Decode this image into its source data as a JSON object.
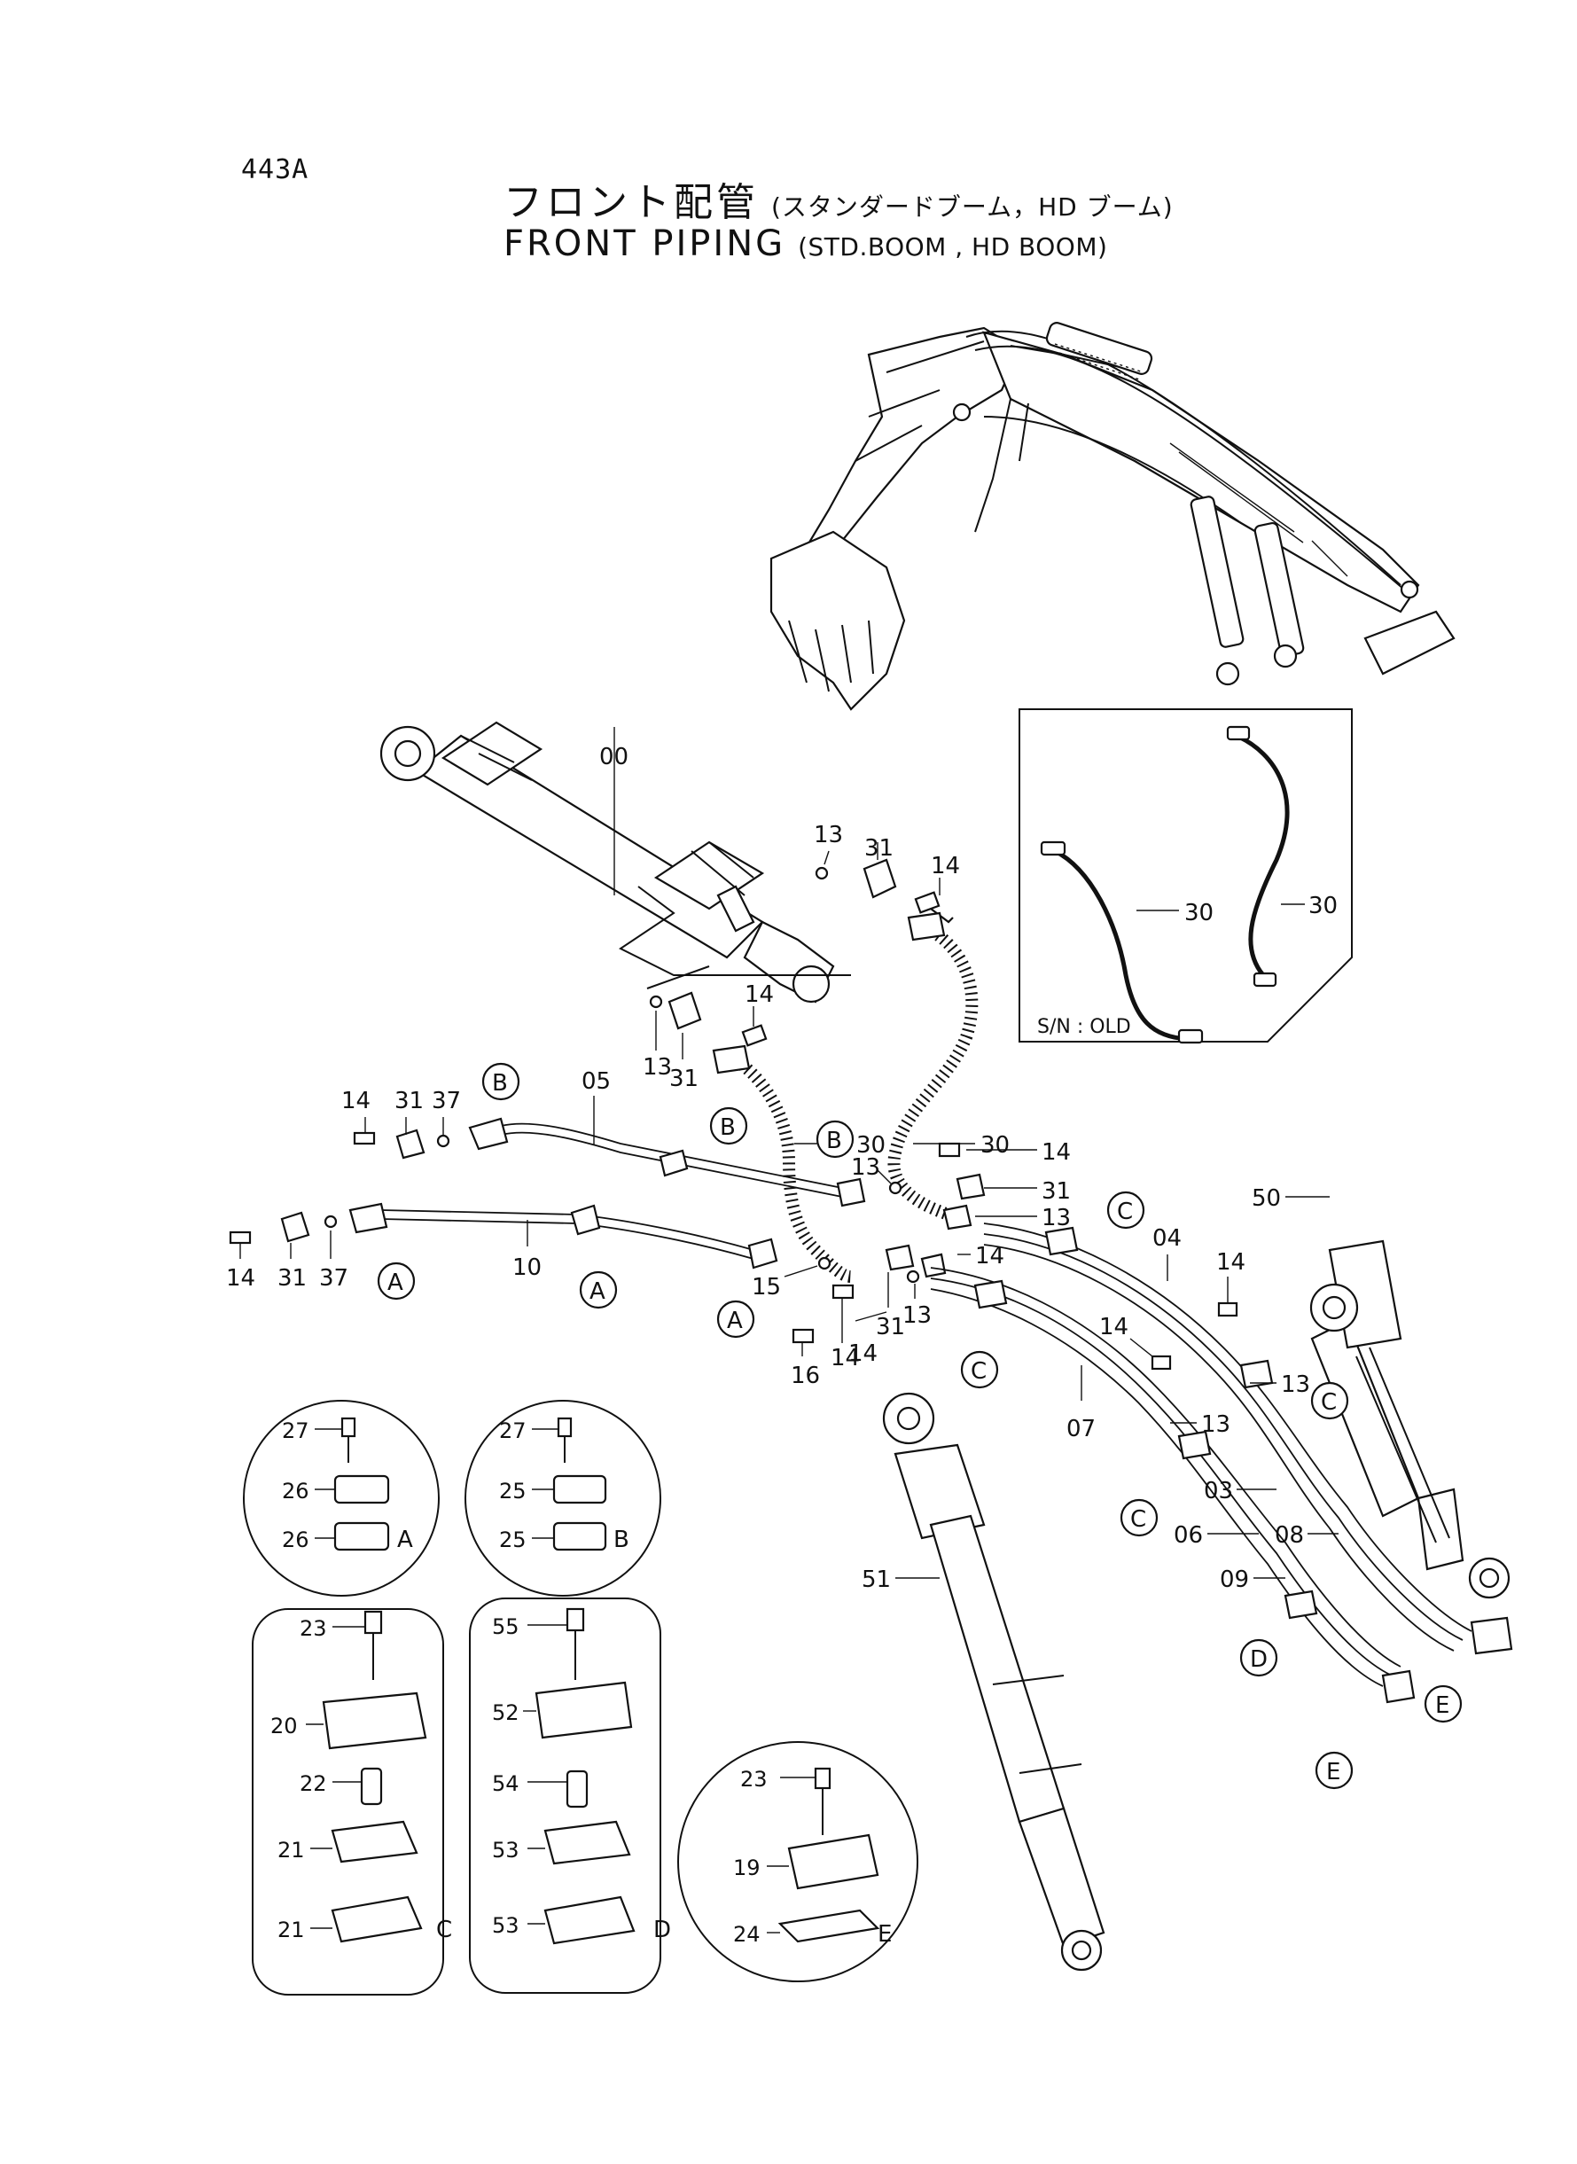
{
  "header": {
    "page_number": "443A",
    "title_jp": "フロント配管",
    "subtitle_jp": "(スタンダードブーム，HD ブーム)",
    "title_en": "FRONT  PIPING",
    "subtitle_en": "(STD.BOOM , HD BOOM)"
  },
  "inset": {
    "note": "S/N : OLD",
    "hose_a": "30",
    "hose_b": "30"
  },
  "part_labels": {
    "p00": "00",
    "p13a": "13",
    "p31a": "31",
    "p14a": "14",
    "p14b": "14",
    "p13b": "13",
    "p31b": "31",
    "p30a": "30",
    "p30b": "30",
    "p14c": "14",
    "p31c": "31",
    "p37a": "37",
    "p05": "05",
    "p14d": "14",
    "p13c": "13",
    "p31d": "31",
    "p13d": "13",
    "p14e": "14",
    "p31e": "31",
    "p37b": "37",
    "p10": "10",
    "p15": "15",
    "p14f": "14",
    "p13e": "13",
    "p31f": "31",
    "p16": "16",
    "p14g": "14",
    "p04": "04",
    "p14h": "14",
    "p14i": "14",
    "p13f": "13",
    "p13g": "13",
    "p07": "07",
    "p03": "03",
    "p06": "06",
    "p08": "08",
    "p09": "09",
    "p50": "50",
    "p51": "51"
  },
  "callouts": {
    "b1": "B",
    "b2": "B",
    "b3": "B",
    "a1": "A",
    "a2": "A",
    "a3": "A",
    "c1": "C",
    "c2": "C",
    "c3": "C",
    "c4": "C",
    "d1": "D",
    "e1": "E",
    "e2": "E"
  },
  "details": {
    "A": {
      "tag": "A",
      "bolt": "27",
      "upper": "26",
      "lower": "26"
    },
    "B": {
      "tag": "B",
      "bolt": "27",
      "upper": "25",
      "lower": "25"
    },
    "C": {
      "tag": "C",
      "bolt": "23",
      "cover": "20",
      "spacer": "22",
      "upper": "21",
      "lower": "21"
    },
    "D": {
      "tag": "D",
      "bolt": "55",
      "cover": "52",
      "spacer": "54",
      "upper": "53",
      "lower": "53"
    },
    "E": {
      "tag": "E",
      "bolt": "23",
      "clamp": "19",
      "plate": "24"
    }
  }
}
